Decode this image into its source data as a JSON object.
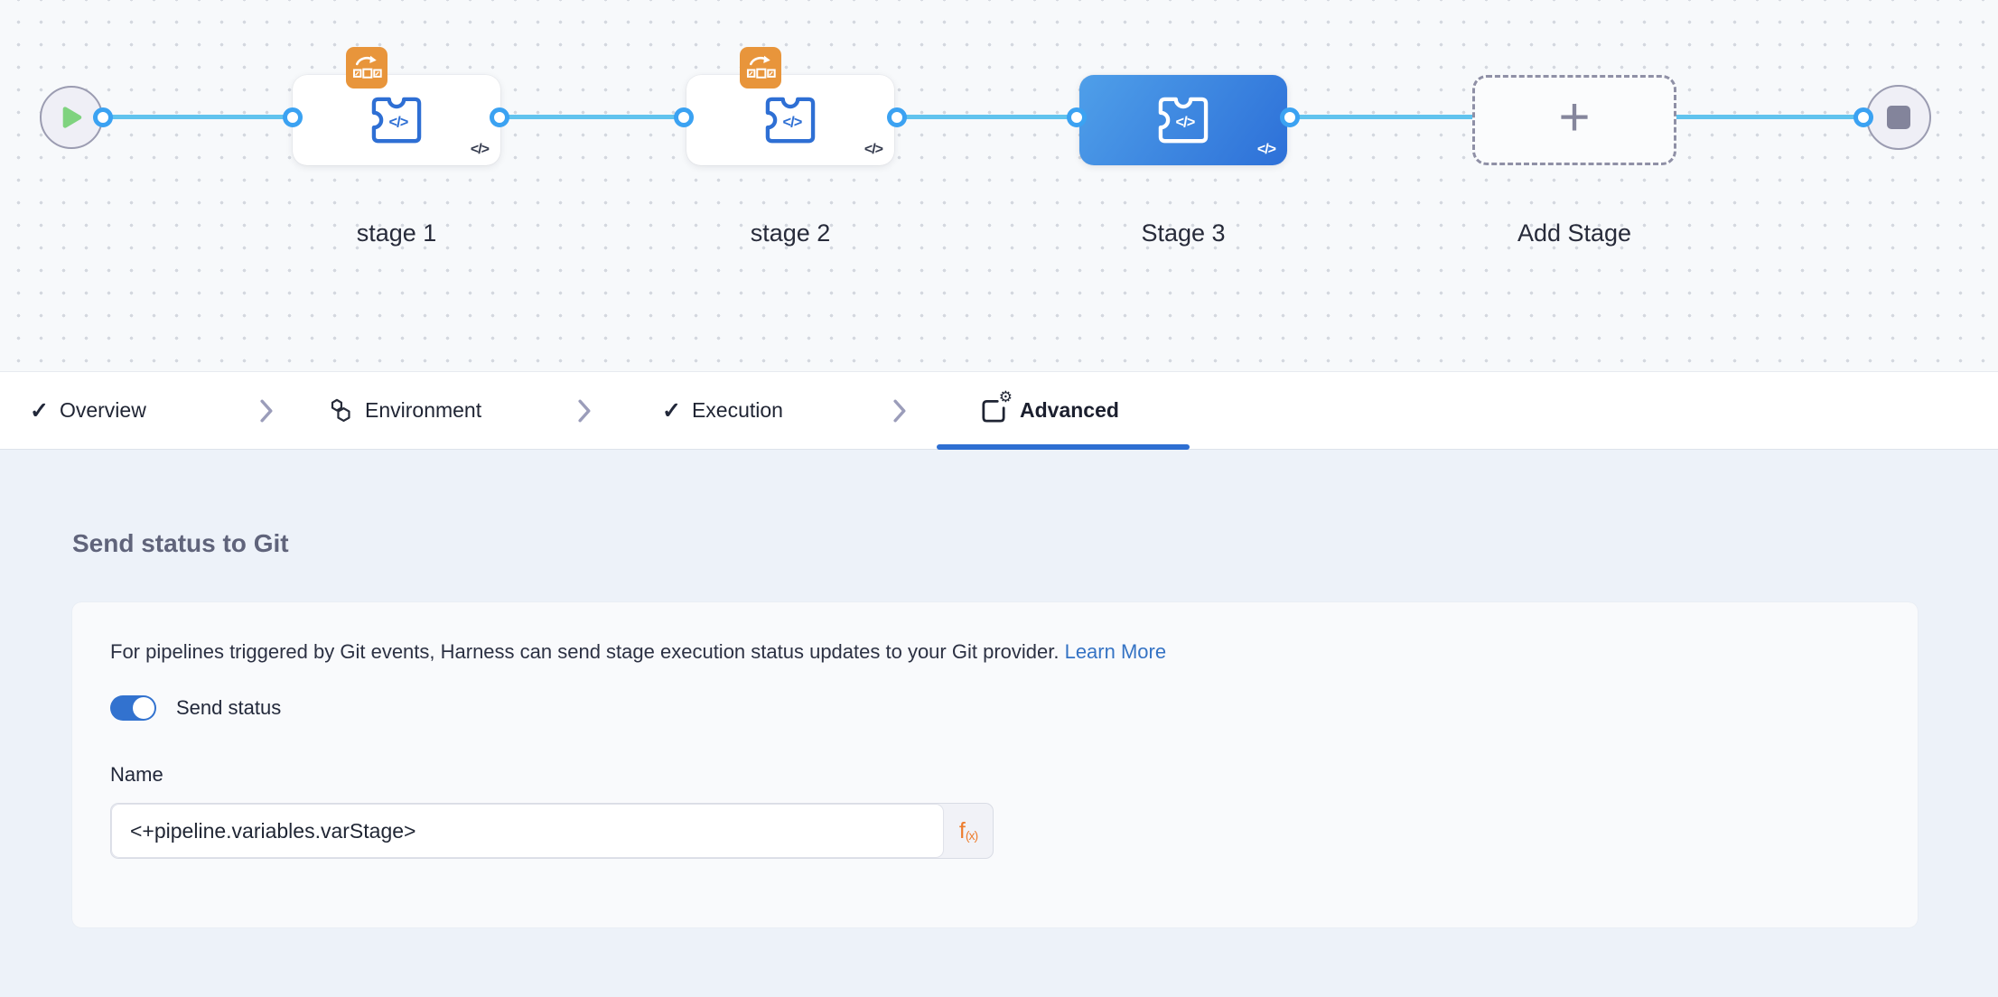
{
  "canvas": {
    "stages": [
      {
        "label": "stage 1",
        "templated": true,
        "selected": false
      },
      {
        "label": "stage 2",
        "templated": true,
        "selected": false
      },
      {
        "label": "Stage 3",
        "templated": false,
        "selected": true
      }
    ],
    "add_stage": {
      "label": "Add Stage",
      "plus_glyph": "+"
    },
    "code_glyph": "</>"
  },
  "tabs": {
    "items": [
      {
        "label": "Overview",
        "icon": "check-icon",
        "state": "completed"
      },
      {
        "label": "Environment",
        "icon": "environment-hexagons-icon",
        "state": "default"
      },
      {
        "label": "Execution",
        "icon": "check-icon",
        "state": "completed"
      },
      {
        "label": "Advanced",
        "icon": "box-gear-icon",
        "state": "active"
      }
    ],
    "check_glyph": "✓",
    "gear_glyph": "⚙"
  },
  "panel": {
    "title": "Send status to Git",
    "description": "For pipelines triggered by Git events, Harness can send stage execution status updates to your Git provider. ",
    "learn_more_label": "Learn More",
    "toggle": {
      "label": "Send status",
      "on": true
    },
    "name_field": {
      "label": "Name",
      "value": "<+pipeline.variables.varStage>"
    },
    "expression_button": {
      "label": "f",
      "sub": "(x)"
    }
  },
  "colors": {
    "edge_blue": "#61c3ee",
    "port_ring_blue": "#3ba2f2",
    "selected_stage_gradient_start": "#4f9fe9",
    "selected_stage_gradient_end": "#2d70d8",
    "stage_icon_blue": "#2e6fd4",
    "template_badge_orange": "#e8953b",
    "play_green": "#7fd37f",
    "node_gray": "#83849b",
    "active_tab_underline": "#2e6fd2",
    "link_blue": "#3573c4",
    "toggle_blue": "#3272cf",
    "expression_orange": "#ed7d2e"
  }
}
